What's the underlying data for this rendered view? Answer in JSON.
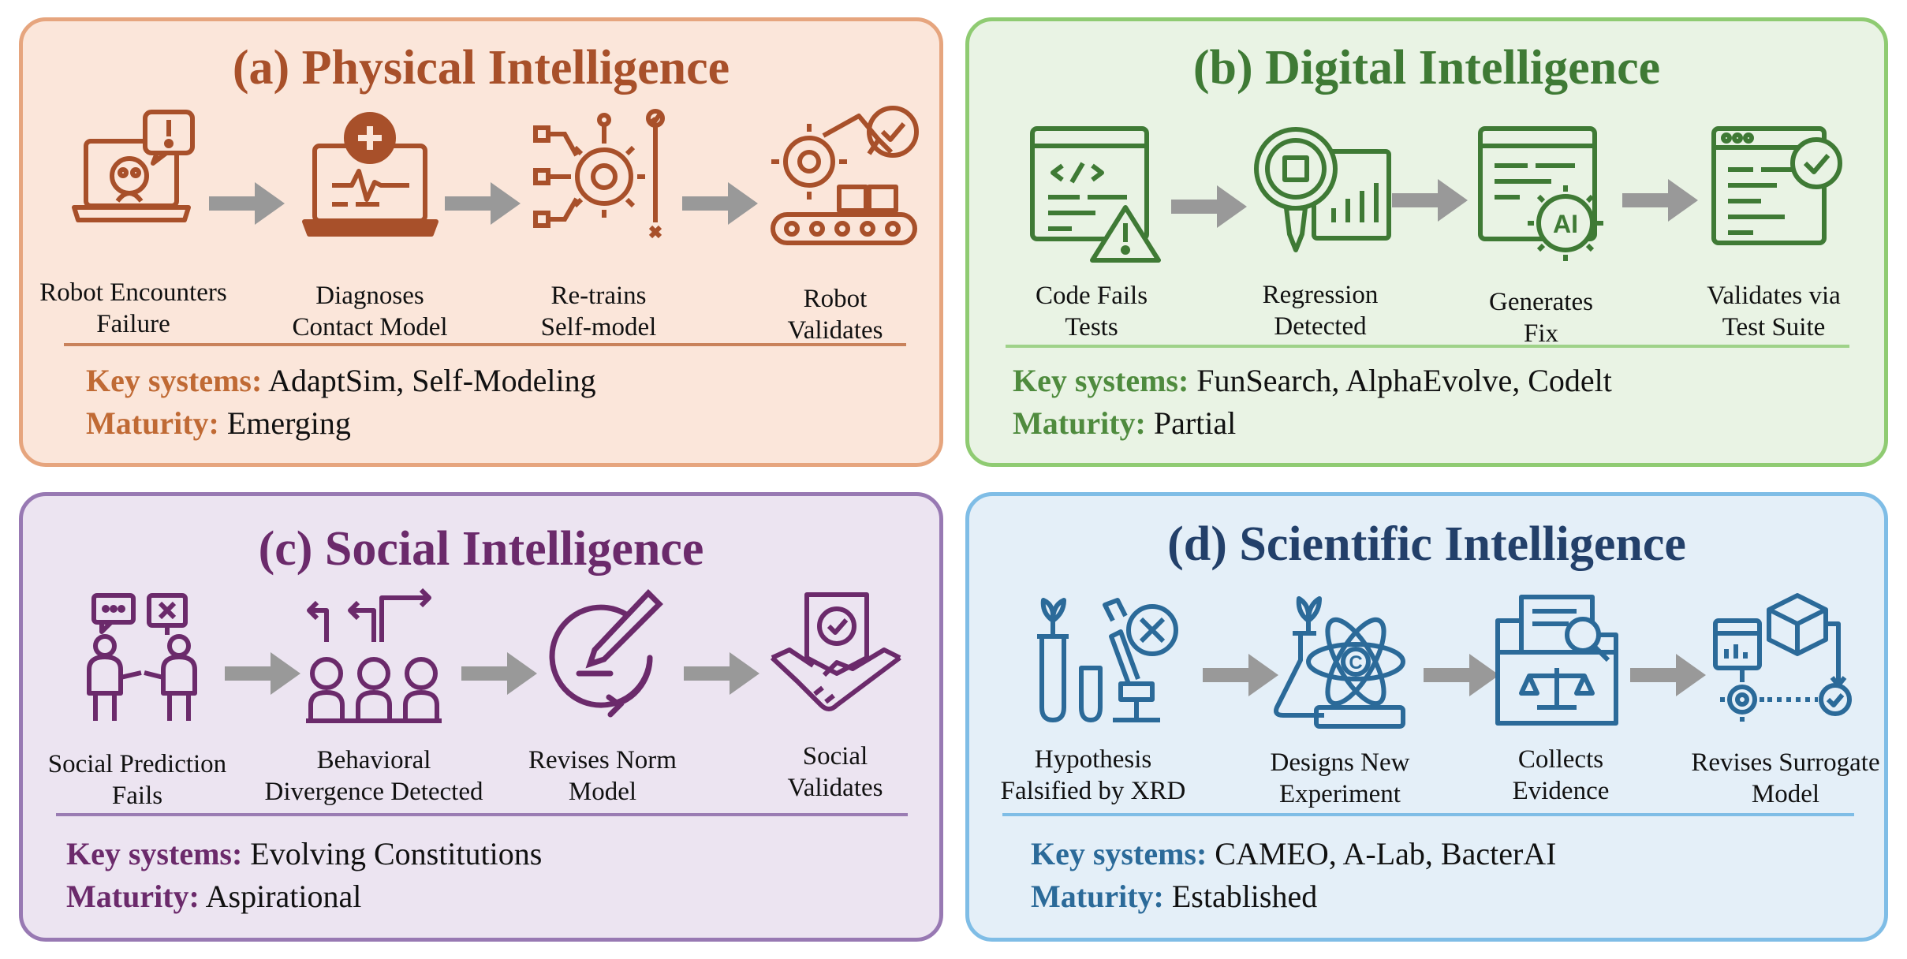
{
  "colors": {
    "physical": {
      "accent": "#a8502a",
      "bg": "#fbe6da",
      "border": "#e6a57e"
    },
    "digital": {
      "accent": "#3f7a35",
      "bg": "#e9f3e4",
      "border": "#8fcb72"
    },
    "social": {
      "accent": "#6b2a6b",
      "bg": "#ece4f1",
      "border": "#9879b3"
    },
    "scientific": {
      "accent": "#2b6a99",
      "bg": "#e4eff8",
      "border": "#7fbde6"
    }
  },
  "panels": {
    "physical": {
      "title": "(a) Physical Intelligence",
      "steps": [
        {
          "icon": "laptop-robot-alert-icon",
          "line1": "Robot Encounters",
          "line2": "Failure"
        },
        {
          "icon": "medical-monitor-icon",
          "line1": "Diagnoses",
          "line2": "Contact Model"
        },
        {
          "icon": "network-gear-icon",
          "line1": "Re-trains",
          "line2": "Self-model"
        },
        {
          "icon": "robot-arm-conveyor-icon",
          "line1": "Robot",
          "line2": "Validates"
        }
      ],
      "key_label": "Key systems:",
      "key_value": "AdaptSim, Self-Modeling",
      "maturity_label": "Maturity:",
      "maturity_value": "Emerging"
    },
    "digital": {
      "title": "(b) Digital Intelligence",
      "steps": [
        {
          "icon": "code-warning-icon",
          "line1": "Code Fails",
          "line2": "Tests"
        },
        {
          "icon": "magnifier-chart-icon",
          "line1": "Regression",
          "line2": "Detected"
        },
        {
          "icon": "ai-window-icon",
          "line1": "Generates",
          "line2": "Fix"
        },
        {
          "icon": "window-check-icon",
          "line1": "Validates via",
          "line2": "Test Suite"
        }
      ],
      "key_label": "Key systems:",
      "key_value": "FunSearch, AlphaEvolve, Codelt",
      "maturity_label": "Maturity:",
      "maturity_value": "Partial"
    },
    "social": {
      "title": "(c) Social Intelligence",
      "steps": [
        {
          "icon": "people-speech-icon",
          "line1": "Social Prediction",
          "line2": "Fails"
        },
        {
          "icon": "group-divergence-icon",
          "line1": "Behavioral",
          "line2": "Divergence Detected"
        },
        {
          "icon": "pen-refresh-icon",
          "line1": "Revises Norm",
          "line2": "Model"
        },
        {
          "icon": "handshake-check-icon",
          "line1": "Social",
          "line2": "Validates"
        }
      ],
      "key_label": "Key systems:",
      "key_value": "Evolving Constitutions",
      "maturity_label": "Maturity:",
      "maturity_value": "Aspirational"
    },
    "scientific": {
      "title": "(d) Scientific Intelligence",
      "steps": [
        {
          "icon": "microscope-cross-icon",
          "line1": "Hypothesis",
          "line2": "Falsified by XRD"
        },
        {
          "icon": "flask-atom-icon",
          "line1": "Designs New",
          "line2": "Experiment"
        },
        {
          "icon": "folder-scales-icon",
          "line1": "Collects",
          "line2": "Evidence"
        },
        {
          "icon": "cube-pipeline-icon",
          "line1": "Revises Surrogate",
          "line2": "Model"
        }
      ],
      "key_label": "Key systems:",
      "key_value": "CAMEO, A-Lab, BacterAI",
      "maturity_label": "Maturity:",
      "maturity_value": "Established"
    }
  }
}
